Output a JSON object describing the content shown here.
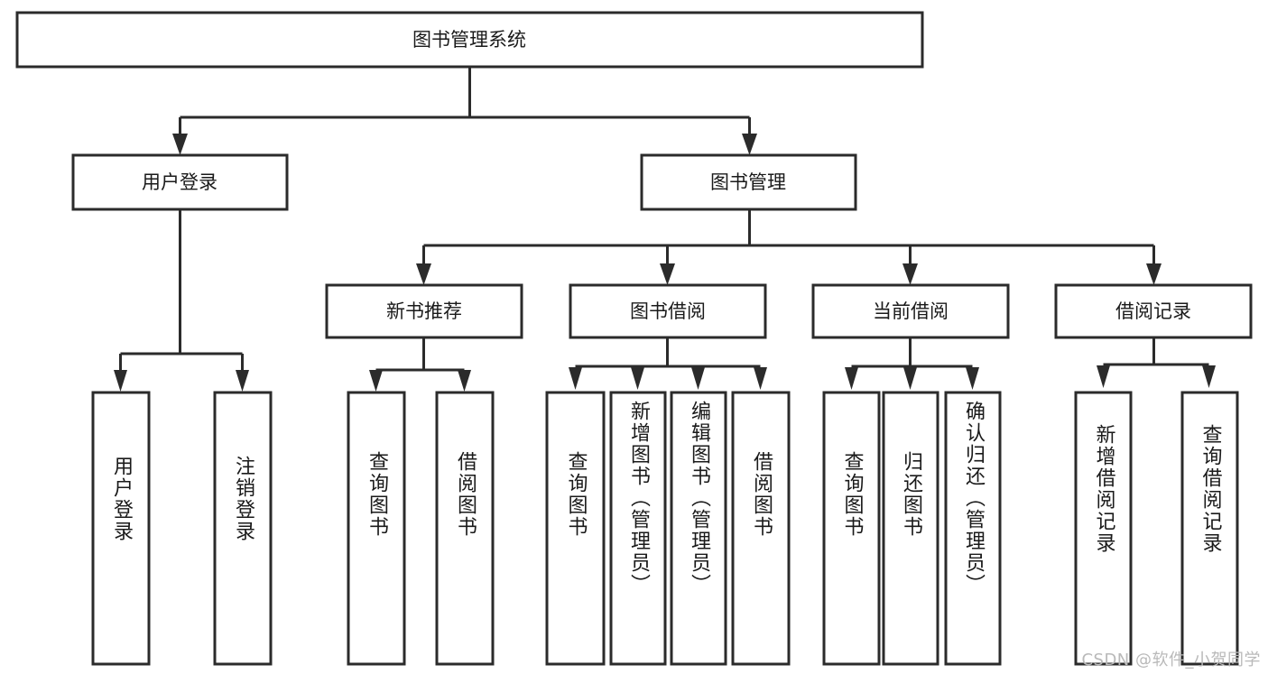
{
  "diagram": {
    "title": "图书管理系统",
    "type": "hierarchy-tree",
    "root": {
      "label": "图书管理系统"
    },
    "level2": [
      {
        "label": "用户登录"
      },
      {
        "label": "图书管理"
      }
    ],
    "level3": [
      {
        "label": "新书推荐"
      },
      {
        "label": "图书借阅"
      },
      {
        "label": "当前借阅"
      },
      {
        "label": "借阅记录"
      }
    ],
    "leaves": {
      "user_login": [
        "用户登录",
        "注销登录"
      ],
      "new_book_recommend": [
        "查询图书",
        "借阅图书"
      ],
      "book_borrow": [
        "查询图书",
        "新增图书（管理员）",
        "编辑图书（管理员）",
        "借阅图书"
      ],
      "current_borrow": [
        "查询图书",
        "归还图书",
        "确认归还（管理员）"
      ],
      "borrow_record": [
        "新增借阅记录",
        "查询借阅记录"
      ]
    },
    "colors": {
      "stroke": "#2b2b2b",
      "fill": "#ffffff",
      "text": "#1a1a1a",
      "watermark": "#b9b9b9"
    }
  },
  "watermark": {
    "text": "CSDN @软件_小贺同学"
  }
}
